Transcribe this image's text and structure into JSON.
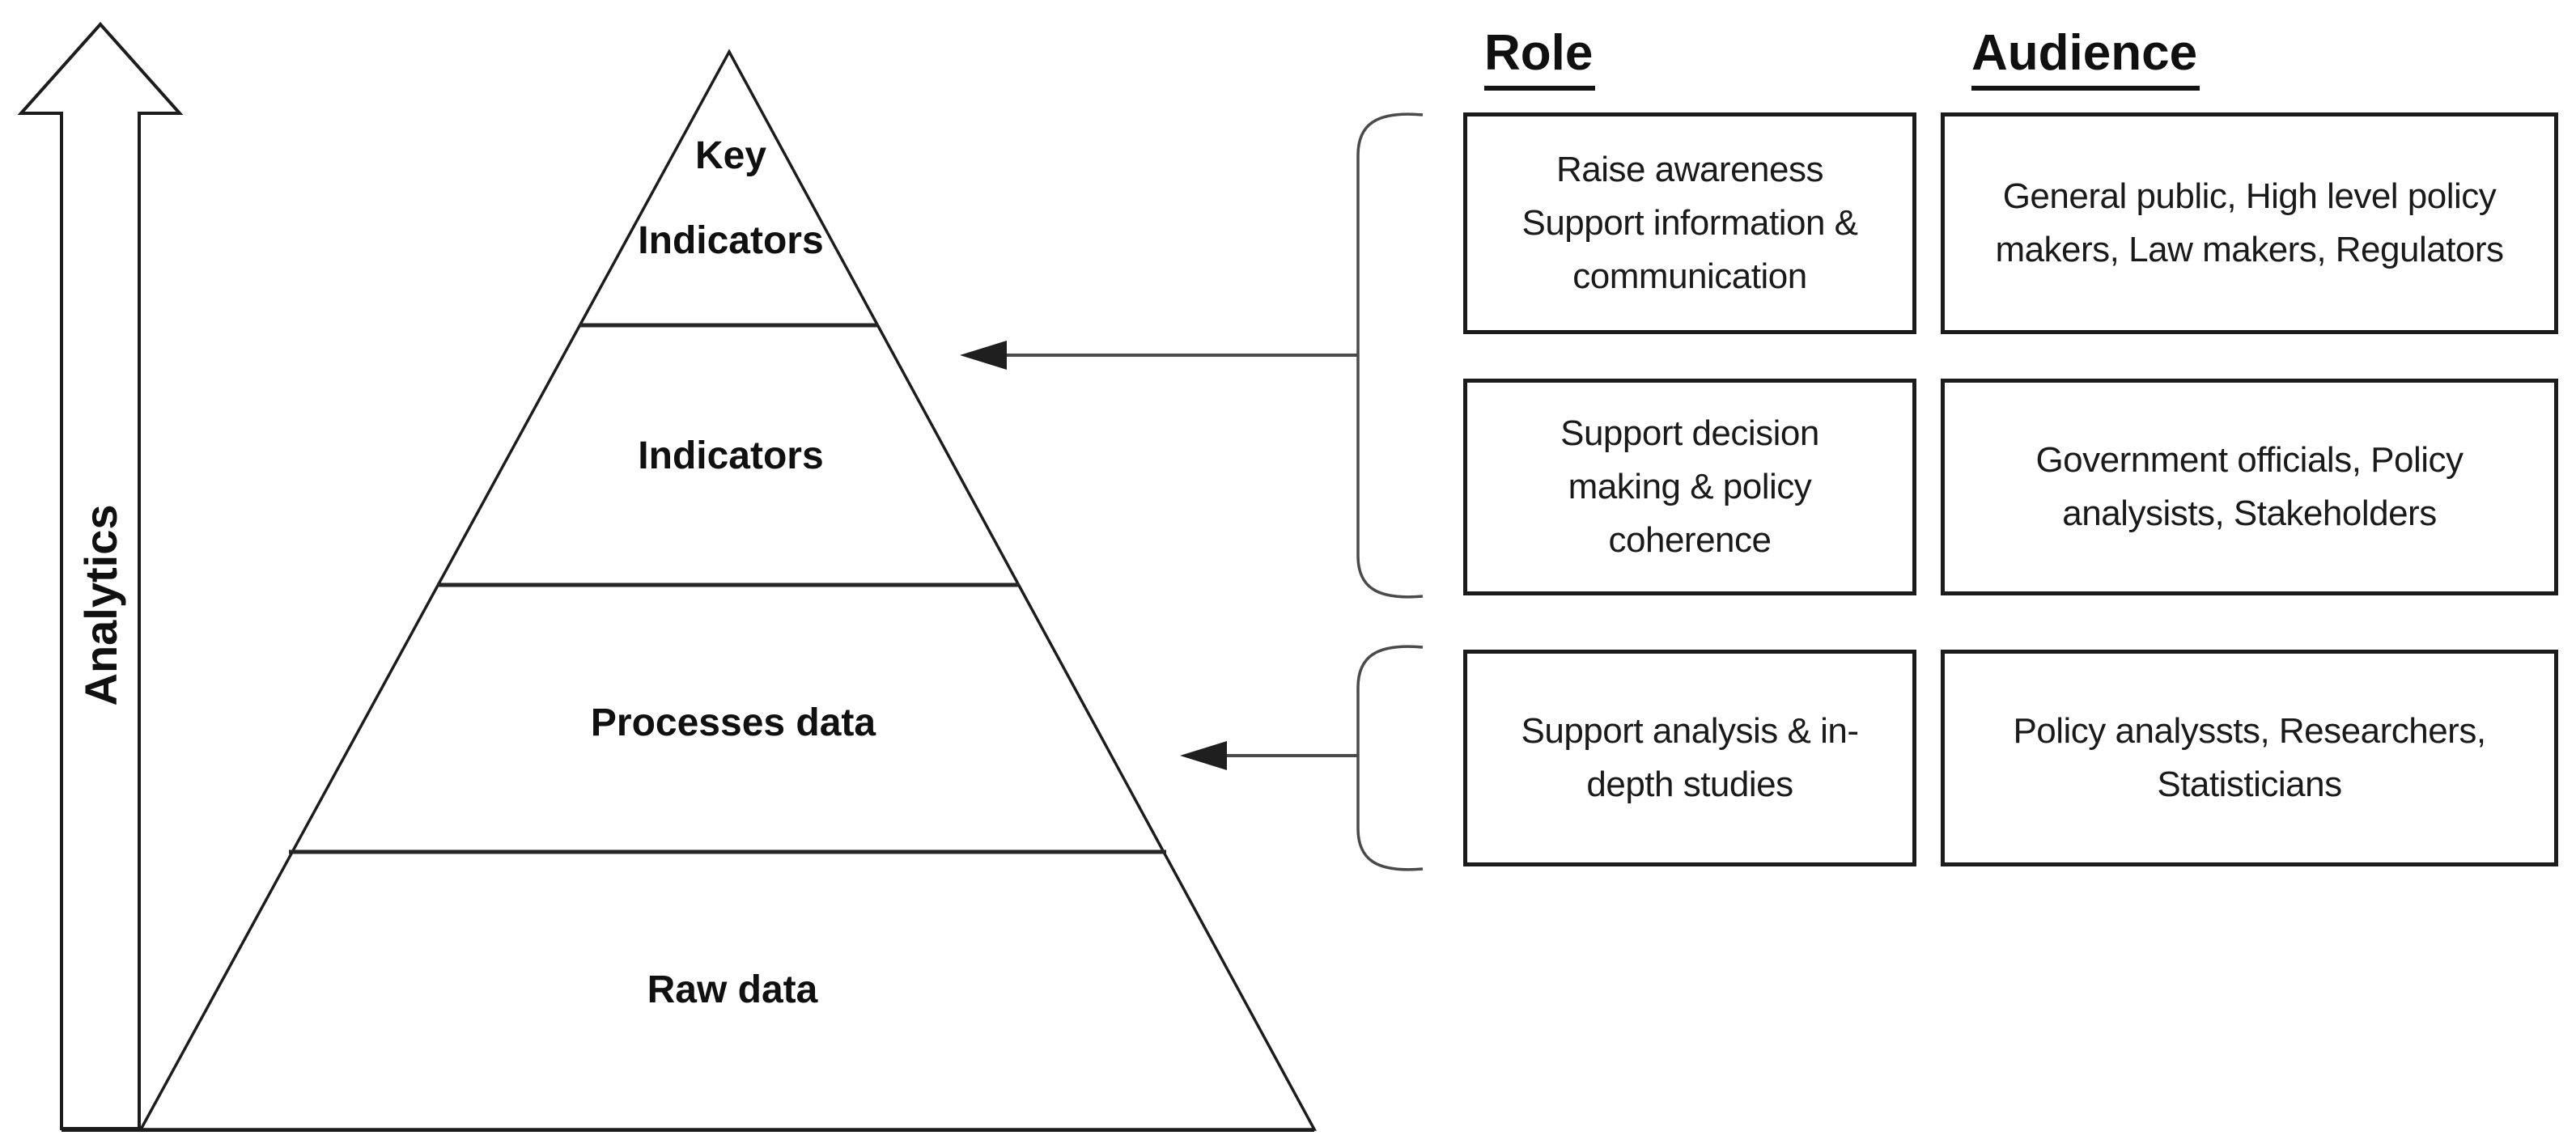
{
  "axis": {
    "label": "Analytics"
  },
  "pyramid": {
    "levels": [
      {
        "label": "Key\nIndicators"
      },
      {
        "label": "Indicators"
      },
      {
        "label": "Processes data"
      },
      {
        "label": "Raw data"
      }
    ]
  },
  "headers": {
    "role": "Role",
    "audience": "Audience"
  },
  "rows": [
    {
      "role": "Raise awareness\nSupport information &\ncommunication",
      "audience": "General public, High level policy\nmakers, Law makers, Regulators"
    },
    {
      "role": "Support decision\nmaking & policy\ncoherence",
      "audience": "Government officials, Policy\nanalysists, Stakeholders"
    },
    {
      "role": "Support analysis & in-\ndepth studies",
      "audience": "Policy analyssts, Researchers,\nStatisticians"
    }
  ],
  "colors": {
    "background": "#ffffff",
    "text": "#101010",
    "shape_line": "#1c1c1c",
    "divider_line": "#262626",
    "connector_line": "#4a4a4a",
    "arrowhead_fill": "#1f1f1f"
  }
}
